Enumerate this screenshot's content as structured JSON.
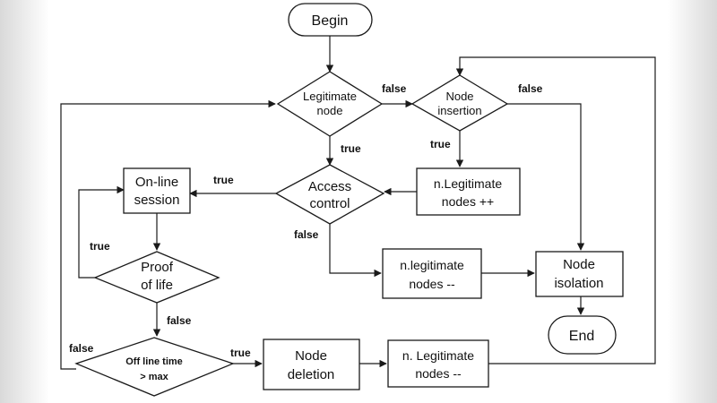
{
  "nodes": {
    "begin": {
      "lines": [
        "Begin"
      ]
    },
    "legitimate": {
      "lines": [
        "Legitimate",
        "node"
      ]
    },
    "insertion": {
      "lines": [
        "Node",
        "insertion"
      ]
    },
    "nlegit_inc": {
      "lines": [
        "n.Legitimate",
        "nodes ++"
      ]
    },
    "access": {
      "lines": [
        "Access",
        "control"
      ]
    },
    "online": {
      "lines": [
        "On-line",
        "session"
      ]
    },
    "proof": {
      "lines": [
        "Proof",
        "of life"
      ]
    },
    "nlegit_dec1": {
      "lines": [
        "n.legitimate",
        "nodes --"
      ]
    },
    "isolation": {
      "lines": [
        "Node",
        "isolation"
      ]
    },
    "end": {
      "lines": [
        "End"
      ]
    },
    "offline": {
      "lines": [
        "Off line time",
        "> max"
      ]
    },
    "deletion": {
      "lines": [
        "Node",
        "deletion"
      ]
    },
    "nlegit_dec2": {
      "lines": [
        "n. Legitimate",
        "nodes --"
      ]
    }
  },
  "edge_labels": {
    "legit_false": "false",
    "insertion_false": "false",
    "legit_true": "true",
    "insertion_true": "true",
    "access_true": "true",
    "access_false": "false",
    "proof_true": "true",
    "proof_false": "false",
    "offline_false": "false",
    "offline_true": "true"
  }
}
